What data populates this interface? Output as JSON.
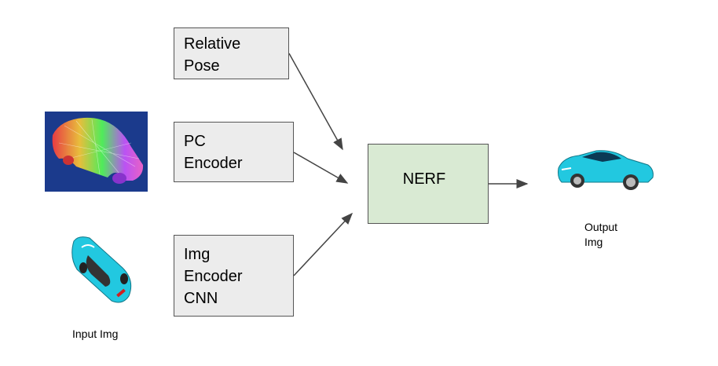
{
  "diagram": {
    "boxes": {
      "relative_pose": [
        "Relative",
        "Pose"
      ],
      "pc_encoder": [
        "PC",
        "Encoder"
      ],
      "img_encoder": [
        "Img",
        "Encoder",
        "CNN"
      ],
      "nerf": "NERF"
    },
    "captions": {
      "input": "Input Img",
      "output": [
        "Output",
        "Img"
      ]
    },
    "colors": {
      "box_fill": "#ececec",
      "nerf_fill": "#d9ead3",
      "car": "#22c8e0",
      "pointcloud_bg": "#1b3a8c"
    },
    "icons": [
      "pointcloud-image",
      "car-top-view-image",
      "car-side-view-image"
    ]
  }
}
